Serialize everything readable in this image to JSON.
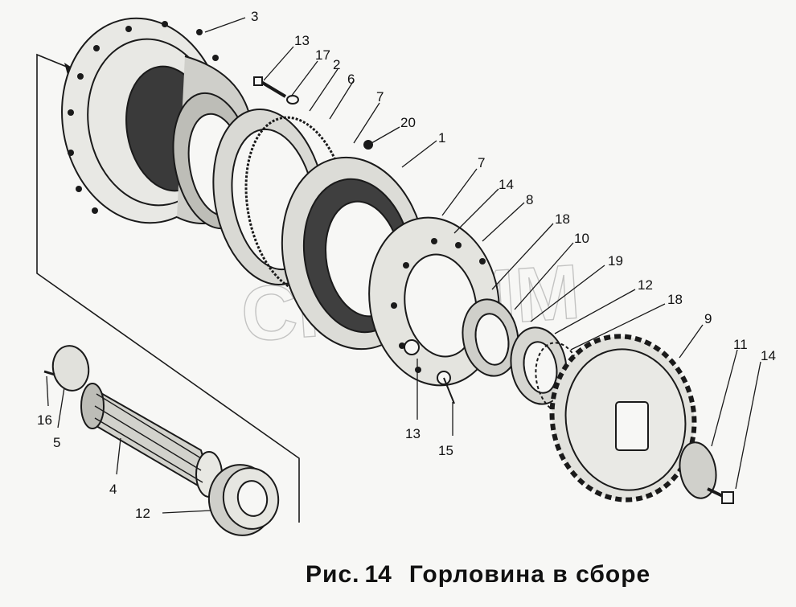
{
  "caption": {
    "prefix": "Рис.",
    "number": "14",
    "title": "Горловина в сборе"
  },
  "watermark": "СПЕЦИМ",
  "callouts": [
    {
      "id": "c3",
      "label": "3"
    },
    {
      "id": "c13a",
      "label": "13"
    },
    {
      "id": "c17",
      "label": "17"
    },
    {
      "id": "c2",
      "label": "2"
    },
    {
      "id": "c6",
      "label": "6"
    },
    {
      "id": "c7a",
      "label": "7"
    },
    {
      "id": "c20",
      "label": "20"
    },
    {
      "id": "c1",
      "label": "1"
    },
    {
      "id": "c7b",
      "label": "7"
    },
    {
      "id": "c14a",
      "label": "14"
    },
    {
      "id": "c8",
      "label": "8"
    },
    {
      "id": "c18a",
      "label": "18"
    },
    {
      "id": "c10",
      "label": "10"
    },
    {
      "id": "c19",
      "label": "19"
    },
    {
      "id": "c12a",
      "label": "12"
    },
    {
      "id": "c18b",
      "label": "18"
    },
    {
      "id": "c9",
      "label": "9"
    },
    {
      "id": "c11",
      "label": "11"
    },
    {
      "id": "c14b",
      "label": "14"
    },
    {
      "id": "c16",
      "label": "16"
    },
    {
      "id": "c5",
      "label": "5"
    },
    {
      "id": "c4",
      "label": "4"
    },
    {
      "id": "c12b",
      "label": "12"
    },
    {
      "id": "c13b",
      "label": "13"
    },
    {
      "id": "c15",
      "label": "15"
    }
  ]
}
